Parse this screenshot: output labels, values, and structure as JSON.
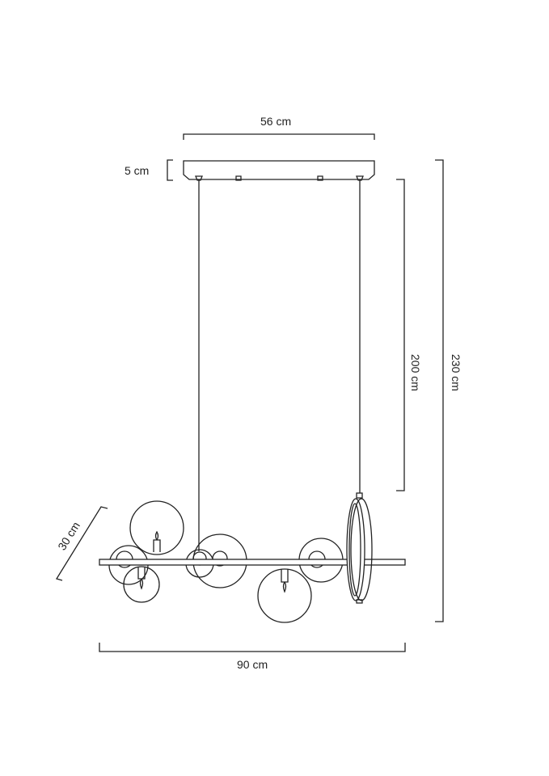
{
  "dimensions": {
    "canopy_width": "56 cm",
    "canopy_height": "5 cm",
    "cable_length": "200 cm",
    "total_height": "230 cm",
    "depth": "30 cm",
    "total_width": "90 cm"
  },
  "colors": {
    "line": "#222222",
    "background": "#ffffff"
  }
}
